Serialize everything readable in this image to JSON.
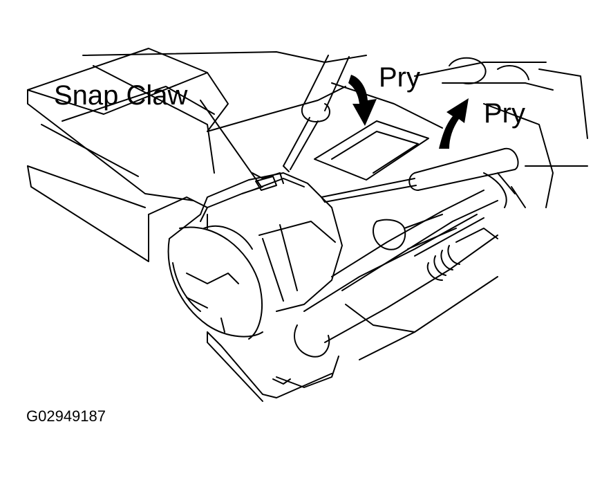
{
  "labels": {
    "snap_claw": "Snap Claw",
    "pry_left": "Pry",
    "pry_right": "Pry",
    "figure_code": "G02949187"
  },
  "colors": {
    "ink": "#000000",
    "paper": "#ffffff"
  },
  "icons": {
    "arrow_down": "curved-arrow-down-icon",
    "arrow_up": "curved-arrow-up-icon"
  }
}
